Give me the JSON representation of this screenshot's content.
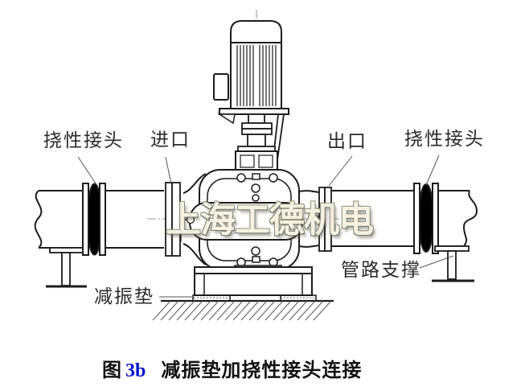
{
  "labels": {
    "flexible_joint_left": "挠性接头",
    "inlet": "进口",
    "outlet": "出口",
    "flexible_joint_right": "挠性接头",
    "pipe_support": "管路支撑",
    "vibration_pad": "减振垫"
  },
  "watermark": {
    "text": "上海工德机电"
  },
  "figure_caption": {
    "prefix": "图",
    "number": "3b",
    "title": "减振垫加挠性接头连接"
  },
  "colors": {
    "line": "#1c1c1c",
    "flexible_joint_fill": "#000000",
    "caption_number": "#0014cc",
    "watermark_fill": "#f6f1e0",
    "background": "#ffffff"
  }
}
